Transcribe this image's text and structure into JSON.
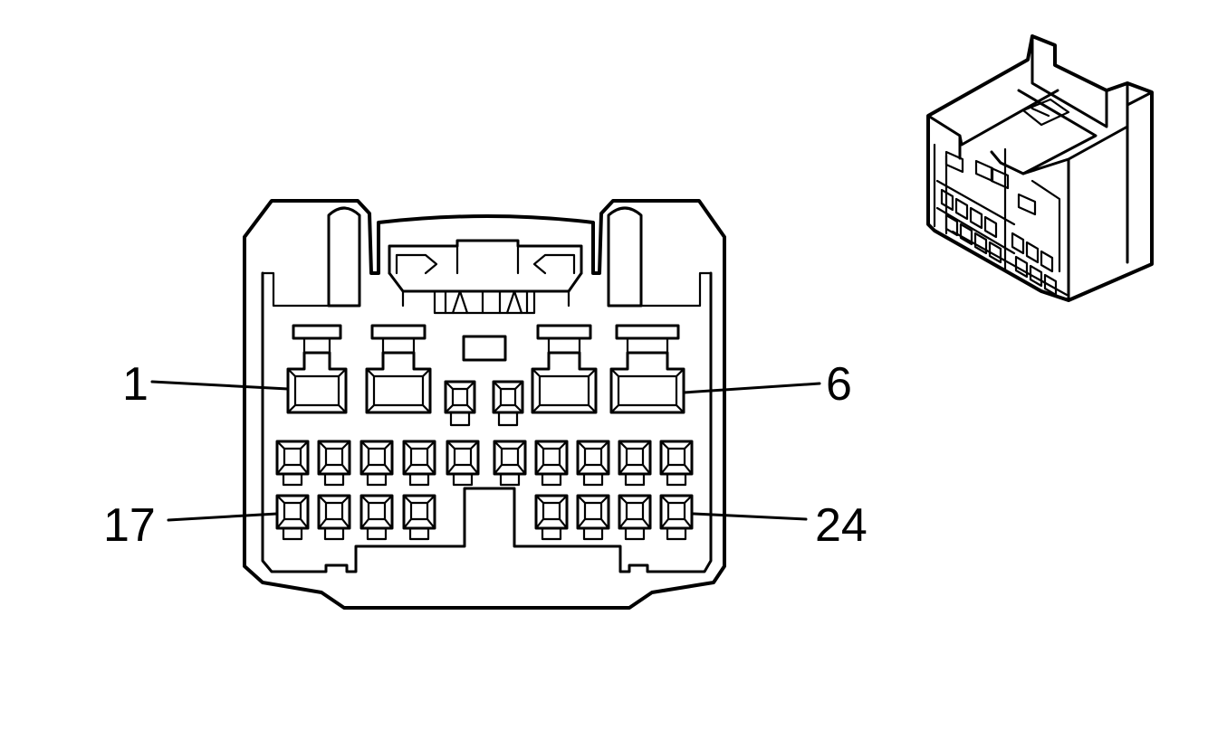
{
  "diagram": {
    "type": "connector-face-view",
    "pin_labels": [
      {
        "id": "pin-1",
        "text": "1"
      },
      {
        "id": "pin-6",
        "text": "6"
      },
      {
        "id": "pin-17",
        "text": "17"
      },
      {
        "id": "pin-24",
        "text": "24"
      }
    ],
    "colors": {
      "line": "#000000",
      "background": "#ffffff"
    }
  }
}
